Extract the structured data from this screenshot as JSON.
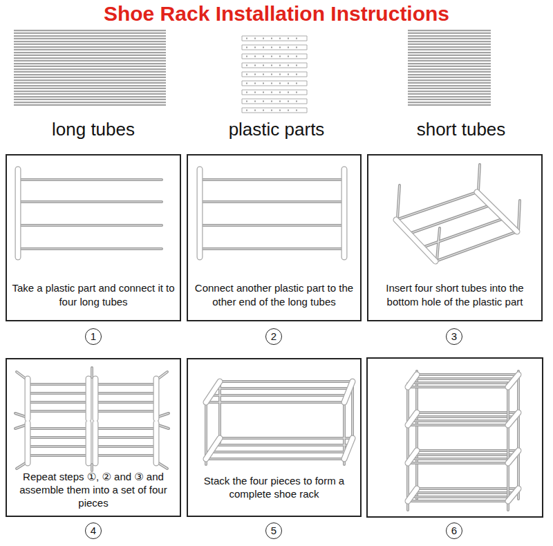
{
  "diagram": {
    "title": "Shoe Rack Installation Instructions",
    "nodes": [
      {
        "text": [
          "Take a plastic part and connect it to four long tubes"
        ]
      },
      {
        "text": [
          "Connect another plastic part to the other end of the long tubes"
        ]
      },
      {
        "text": [
          "Insert four short tubes into the bottom hole of the plastic part"
        ]
      },
      {
        "text": [
          "1"
        ]
      },
      {
        "text": [
          "2"
        ]
      },
      {
        "text": [
          "3"
        ]
      },
      {
        "text": [
          "Repeat steps ①, ② and ③ and assemble them into a set of four pieces"
        ]
      },
      {
        "text": [
          "Stack the four pieces to form a complete shoe rack"
        ]
      },
      {
        "text": [
          "4"
        ]
      },
      {
        "text": [
          "5"
        ]
      },
      {
        "text": [
          "6"
        ]
      }
    ],
    "labels": [
      "long tubes",
      "plastic parts",
      "short tubes"
    ]
  }
}
